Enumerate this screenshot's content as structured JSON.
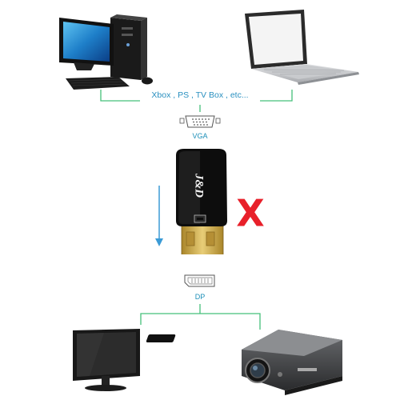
{
  "diagram": {
    "source_devices_label": "Xbox , PS , TV Box , etc...",
    "input_port_label": "VGA",
    "output_port_label": "DP",
    "adapter_brand": "J&D",
    "incompatible_mark": "X",
    "source_devices": [
      "desktop-computer",
      "laptop"
    ],
    "target_devices": [
      "monitor",
      "projector"
    ],
    "colors": {
      "connector_line": "#44c07a",
      "label_text": "#2a90c0",
      "arrow": "#3b9bd6",
      "cross": "#e8202a",
      "adapter_body": "#0d0d0d",
      "plug_metal": "#c9a640"
    }
  }
}
